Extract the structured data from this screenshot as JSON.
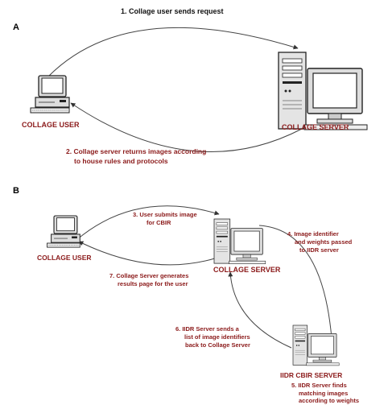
{
  "panels": {
    "a": {
      "letter": "A"
    },
    "b": {
      "letter": "B"
    }
  },
  "panel_a": {
    "user_label": "COLLAGE USER",
    "server_label": "COLLAGE SERVER",
    "step1": "1. Collage user sends request",
    "step2_line1": "2. Collage server returns images according",
    "step2_line2": "to house rules and protocols"
  },
  "panel_b": {
    "user_label": "COLLAGE USER",
    "server_label": "COLLAGE SERVER",
    "iidr_label": "IIDR CBIR SERVER",
    "step3_line1": "3. User submits image",
    "step3_line2": "for CBIR",
    "step4_line1": "4. Image identifier",
    "step4_line2": "and weights passed",
    "step4_line3": "to IIDR server",
    "step5_line1": "5. IIDR Server finds",
    "step5_line2": "matching images",
    "step5_line3": "according to weights",
    "step6_line1": "6. IIDR Server sends a",
    "step6_line2": "list of image identifiers",
    "step6_line3": "back to Collage Server",
    "step7_line1": "7. Collage Server generates",
    "step7_line2": "results page for the user"
  },
  "colors": {
    "label_red": "#8b1a1a",
    "step_black": "#111111"
  }
}
